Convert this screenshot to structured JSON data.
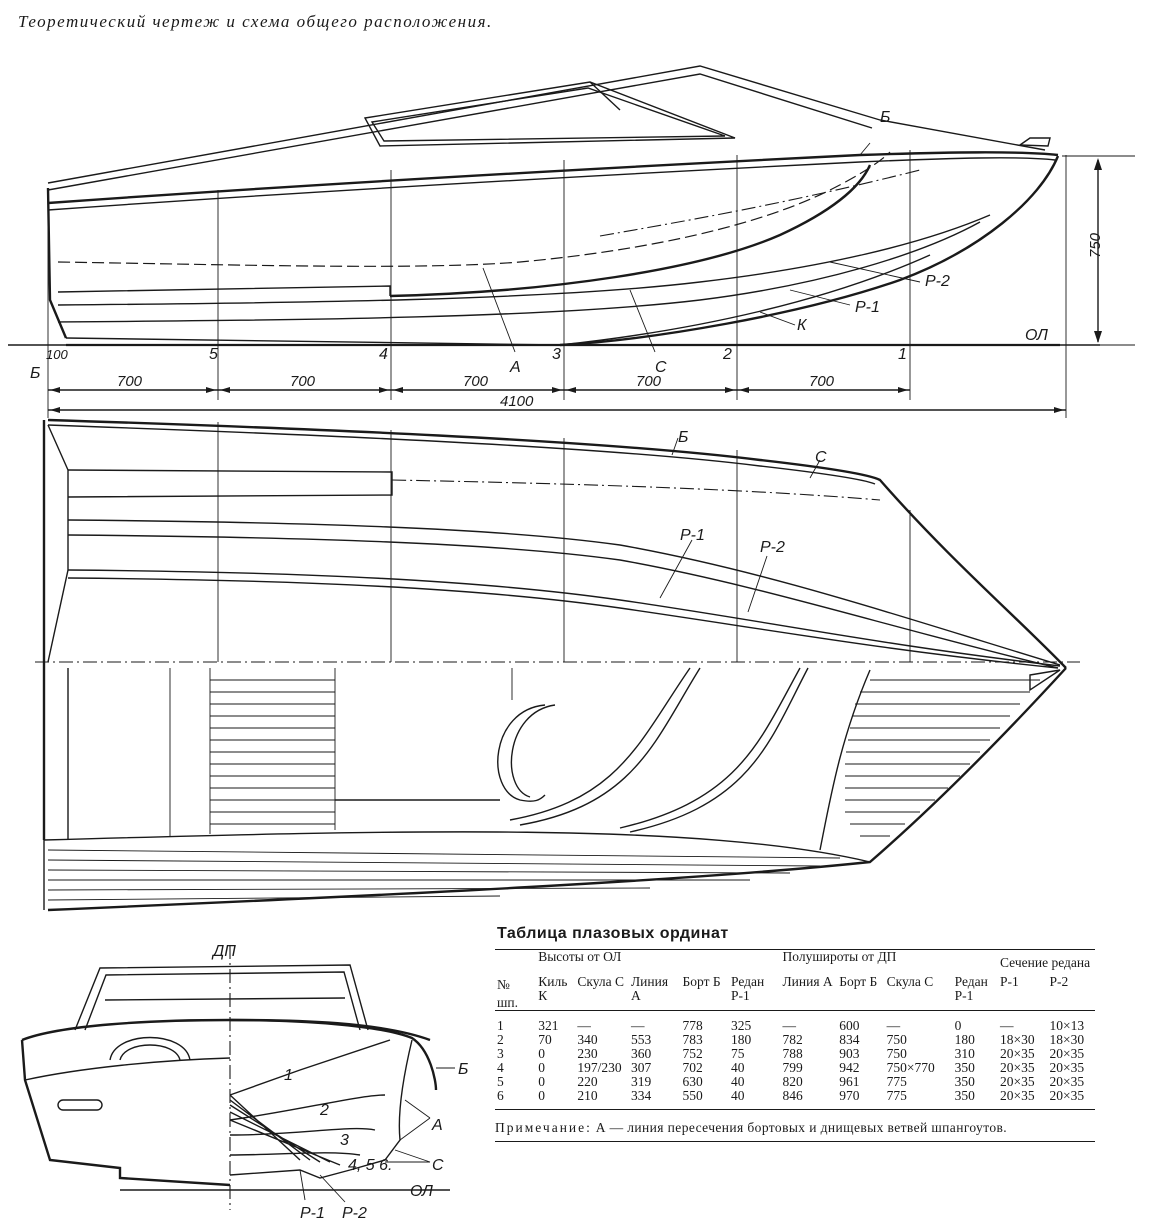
{
  "title": "Теоретический чертеж и схема общего расположения.",
  "profile_labels": {
    "B": "Б",
    "R2": "Р-2",
    "R1": "Р-1",
    "K": "К",
    "OL": "ОЛ",
    "A": "А",
    "C": "С",
    "height_750": "750",
    "stern_B": "Б",
    "dim_100": "100",
    "stations": [
      "5",
      "4",
      "3",
      "2",
      "1"
    ],
    "spacings": [
      "700",
      "700",
      "700",
      "700",
      "700"
    ],
    "overall": "4100"
  },
  "plan_labels": {
    "B": "Б",
    "C": "С",
    "R1": "Р-1",
    "R2": "Р-2"
  },
  "section_labels": {
    "DP": "ДП",
    "B": "Б",
    "A": "А",
    "C": "С",
    "OL": "ОЛ",
    "R1": "Р-1",
    "R2": "Р-2",
    "s1": "1",
    "s2": "2",
    "s3": "3",
    "s456": "4, 5 6."
  },
  "table": {
    "title": "Таблица плазовых ординат",
    "no_label": "№",
    "shp_label": "шп.",
    "group_heights": "Высоты от ОЛ",
    "group_half": "Полушироты от ДП",
    "group_section": "Сечение редана",
    "columns": [
      "Киль К",
      "Скула С",
      "Линия А",
      "Борт Б",
      "Редан Р-1",
      "Линия А",
      "Борт Б",
      "Скула С",
      "Редан Р-1",
      "Р-1",
      "Р-2"
    ],
    "rows": [
      [
        "1",
        "321",
        "—",
        "—",
        "778",
        "325",
        "—",
        "600",
        "—",
        "0",
        "—",
        "10×13"
      ],
      [
        "2",
        "70",
        "340",
        "553",
        "783",
        "180",
        "782",
        "834",
        "750",
        "180",
        "18×30",
        "18×30"
      ],
      [
        "3",
        "0",
        "230",
        "360",
        "752",
        "75",
        "788",
        "903",
        "750",
        "310",
        "20×35",
        "20×35"
      ],
      [
        "4",
        "0",
        "197/230",
        "307",
        "702",
        "40",
        "799",
        "942",
        "750×770",
        "350",
        "20×35",
        "20×35"
      ],
      [
        "5",
        "0",
        "220",
        "319",
        "630",
        "40",
        "820",
        "961",
        "775",
        "350",
        "20×35",
        "20×35"
      ],
      [
        "6",
        "0",
        "210",
        "334",
        "550",
        "40",
        "846",
        "970",
        "775",
        "350",
        "20×35",
        "20×35"
      ]
    ],
    "note_lead": "Примечание:",
    "note_text": "А — линия пересечения бортовых и днищевых ветвей шпангоутов."
  }
}
